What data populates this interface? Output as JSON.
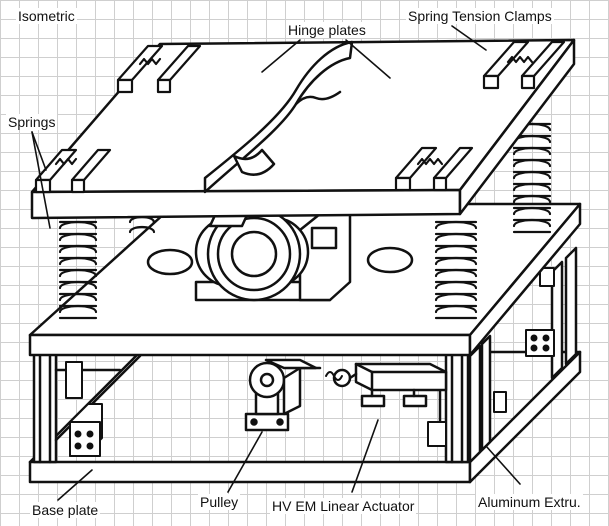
{
  "labels": {
    "view": "Isometric",
    "hinge_plates": "Hinge plates",
    "spring_clamps": "Spring Tension Clamps",
    "springs": "Springs",
    "base_plate": "Base plate",
    "pulley": "Pulley",
    "actuator": "HV EM Linear Actuator",
    "extrusion": "Aluminum Extru."
  },
  "colors": {
    "ink": "#111111",
    "grid": "#cfcfcf"
  }
}
